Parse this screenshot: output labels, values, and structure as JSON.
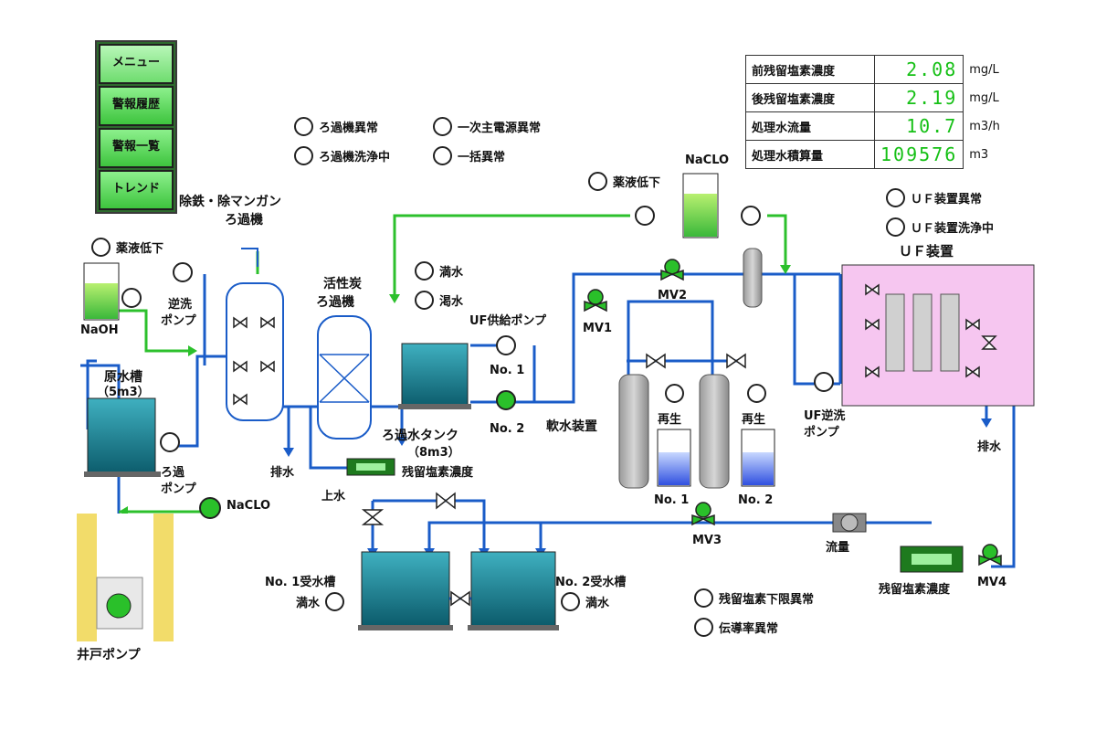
{
  "menu": {
    "items": [
      "メニュー",
      "警報履歴",
      "警報一覧",
      "トレンド"
    ]
  },
  "readouts": [
    {
      "label": "前残留塩素濃度",
      "value": "2.08",
      "unit": "mg/L"
    },
    {
      "label": "後残留塩素濃度",
      "value": "2.19",
      "unit": "mg/L"
    },
    {
      "label": "処理水流量",
      "value": "10.7",
      "unit": "m3/h"
    },
    {
      "label": "処理水積算量",
      "value": "109576",
      "unit": "m3"
    }
  ],
  "alarms": {
    "filter_fault": "ろ過機異常",
    "filter_washing": "ろ過機洗浄中",
    "primary_power_fault": "一次主電源異常",
    "general_fault": "一括異常",
    "chem_low_naclo": "薬液低下",
    "chem_low_naoh": "薬液低下",
    "tank_full": "満水",
    "tank_dry": "渇水",
    "uf_fault": "ＵＦ装置異常",
    "uf_washing": "ＵＦ装置洗浄中",
    "chlorine_low_fault": "残留塩素下限異常",
    "conductivity_fault": "伝導率異常",
    "recv1_full": "満水",
    "recv2_full": "満水",
    "regen1": "再生",
    "regen2": "再生"
  },
  "labels": {
    "iron_filter_1": "除鉄・除マンガン",
    "iron_filter_2": "ろ過機",
    "carbon_1": "活性炭",
    "carbon_2": "ろ過機",
    "naoh": "NaOH",
    "naclo_top": "NaCLO",
    "naclo_left": "NaCLO",
    "backwash_pump_1": "逆洗",
    "backwash_pump_2": "ポンプ",
    "raw_tank_1": "原水槽",
    "raw_tank_2": "（5m3）",
    "filter_pump_1": "ろ過",
    "filter_pump_2": "ポンプ",
    "drain1": "排水",
    "drain2": "排水",
    "filtered_tank_1": "ろ過水タンク",
    "filtered_tank_2": "（8m3）",
    "uf_supply_pump": "UF供給ポンプ",
    "pump_no1": "No. 1",
    "pump_no2": "No. 2",
    "mv1": "MV1",
    "mv2": "MV2",
    "mv3": "MV3",
    "mv4": "MV4",
    "softener": "軟水装置",
    "soft_no1": "No. 1",
    "soft_no2": "No. 2",
    "uf_unit": "ＵＦ装置",
    "uf_backwash_1": "UF逆洗",
    "uf_backwash_2": "ポンプ",
    "chlorine_meter_1": "残留塩素濃度",
    "chlorine_meter_2": "残留塩素濃度",
    "tap_water": "上水",
    "recv_tank1": "No. 1受水槽",
    "recv_tank2": "No. 2受水槽",
    "flow": "流量",
    "well_pump": "井戸ポンプ"
  },
  "colors": {
    "pipe_blue": "#1a5cc8",
    "pipe_green": "#2cc02c",
    "tank_teal": "#1a8a9a",
    "uf_panel": "#f6c6f0",
    "led_green": "#16c016",
    "well_yellow": "#f2dc6a"
  }
}
